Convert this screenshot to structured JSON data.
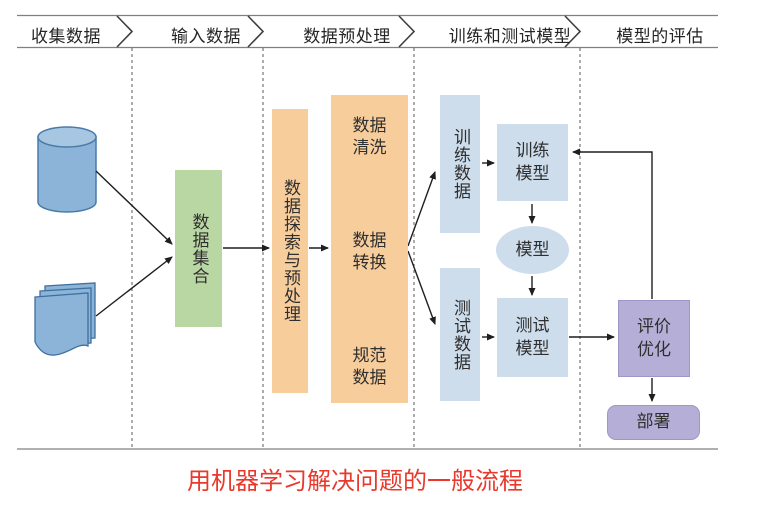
{
  "banner": {
    "stages": [
      "收集数据",
      "输入数据",
      "数据预处理",
      "训练和测试模型",
      "模型的评估"
    ]
  },
  "nodes": {
    "data_collection": "数据集合",
    "data_exploration": "数据探索与预处理",
    "data_cleaning": "数据\n清洗",
    "data_transformation": "数据\n转换",
    "data_normalization": "规范\n数据",
    "training_data": "训练数据",
    "train_model": "训练\n模型",
    "model": "模型",
    "test_data": "测试数据",
    "test_model": "测试\n模型",
    "evaluate_optimize": "评价\n优化",
    "deploy": "部署"
  },
  "icons": {
    "database": "database-cylinder-icon",
    "documents": "documents-stack-icon"
  },
  "title": "用机器学习解决问题的一般流程",
  "colors": {
    "stage_green": "#b9d7a3",
    "stage_orange": "#f8cd9c",
    "stage_blue": "#cdddec",
    "stage_purple": "#b5afd7",
    "shape_blue": "#8cb4d8",
    "shape_blue_stroke": "#4a7aa8",
    "title_red": "#e8392c"
  }
}
